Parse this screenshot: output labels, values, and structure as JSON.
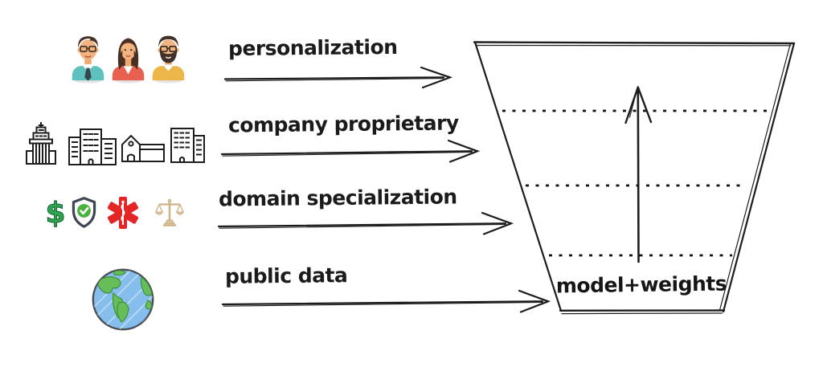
{
  "rows": [
    {
      "label": "personalization",
      "icon_group": "people-avatars"
    },
    {
      "label": "company proprietary",
      "icon_group": "company-buildings"
    },
    {
      "label": "domain specialization",
      "icon_group": "domain-symbols"
    },
    {
      "label": "public data",
      "icon_group": "earth-globe"
    }
  ],
  "funnel": {
    "label": "model+weights"
  },
  "icons": {
    "people": [
      "man-with-glasses",
      "woman",
      "bearded-man"
    ],
    "buildings": [
      "skyscraper",
      "office-building",
      "church-warehouse",
      "twin-towers"
    ],
    "domains": [
      "dollar-sign",
      "shield-check",
      "star-of-life",
      "scales-of-justice"
    ],
    "globe": "sketchy-earth",
    "dollar_glyph": "$"
  },
  "colors": {
    "ink": "#1d1d1f",
    "avatar_teal_shirt": "#5ec1bd",
    "avatar_coral_jacket": "#e8604f",
    "avatar_yellow_shirt": "#ecb64b",
    "avatar_skin": "#f2b380",
    "avatar_hair": "#45322a",
    "dollar_green": "#2ea44e",
    "shield_outline": "#3e4653",
    "check_green": "#49b13d",
    "medical_red": "#e42525",
    "scales_tan": "#cfb288",
    "globe_ocean_blue": "#85bdec",
    "globe_land_green": "#67bd58"
  }
}
